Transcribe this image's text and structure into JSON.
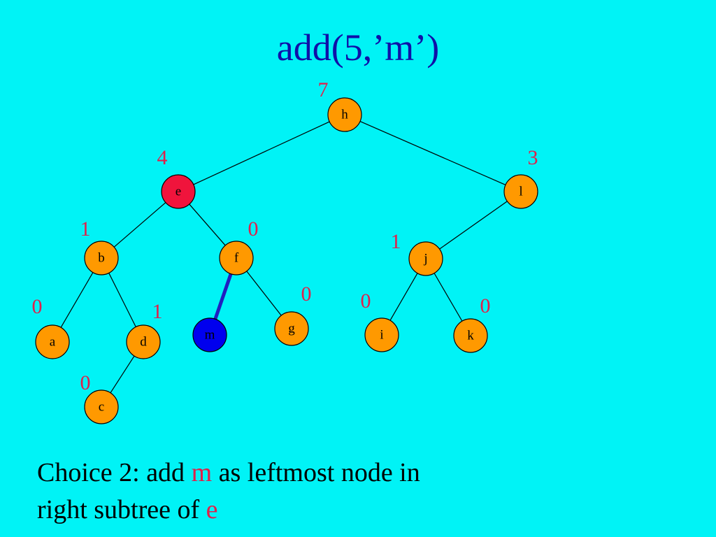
{
  "title": "add(5,’m’)",
  "colors": {
    "background": "#00f3f6",
    "title": "#1010a8",
    "node_default": "#ff9900",
    "node_root_subtree": "#f0143c",
    "node_new": "#0000ee",
    "highlight_edge": "#2020c0",
    "height_label": "#e0204a"
  },
  "tree": {
    "nodes": [
      {
        "id": "h",
        "label": "h",
        "height": "7",
        "style": "default"
      },
      {
        "id": "e",
        "label": "e",
        "height": "4",
        "style": "highlight"
      },
      {
        "id": "l",
        "label": "l",
        "height": "3",
        "style": "default"
      },
      {
        "id": "b",
        "label": "b",
        "height": "1",
        "style": "default"
      },
      {
        "id": "f",
        "label": "f",
        "height": "0",
        "style": "default"
      },
      {
        "id": "j",
        "label": "j",
        "height": "1",
        "style": "default"
      },
      {
        "id": "a",
        "label": "a",
        "height": "0",
        "style": "default"
      },
      {
        "id": "d",
        "label": "d",
        "height": "1",
        "style": "default"
      },
      {
        "id": "m",
        "label": "m",
        "height": "",
        "style": "new"
      },
      {
        "id": "g",
        "label": "g",
        "height": "0",
        "style": "default"
      },
      {
        "id": "i",
        "label": "i",
        "height": "0",
        "style": "default"
      },
      {
        "id": "k",
        "label": "k",
        "height": "0",
        "style": "default"
      },
      {
        "id": "c",
        "label": "c",
        "height": "0",
        "style": "default"
      }
    ],
    "edges": [
      {
        "from": "h",
        "to": "e",
        "highlight": false
      },
      {
        "from": "h",
        "to": "l",
        "highlight": false
      },
      {
        "from": "e",
        "to": "b",
        "highlight": false
      },
      {
        "from": "e",
        "to": "f",
        "highlight": false
      },
      {
        "from": "l",
        "to": "j",
        "highlight": false
      },
      {
        "from": "b",
        "to": "a",
        "highlight": false
      },
      {
        "from": "b",
        "to": "d",
        "highlight": false
      },
      {
        "from": "f",
        "to": "m",
        "highlight": true
      },
      {
        "from": "f",
        "to": "g",
        "highlight": false
      },
      {
        "from": "j",
        "to": "i",
        "highlight": false
      },
      {
        "from": "j",
        "to": "k",
        "highlight": false
      },
      {
        "from": "d",
        "to": "c",
        "highlight": false
      }
    ]
  },
  "caption": {
    "line1_pre": "Choice 2:  add ",
    "line1_em": "m",
    "line1_post": " as leftmost node in",
    "line2_pre": "right subtree of ",
    "line2_em": "e"
  }
}
